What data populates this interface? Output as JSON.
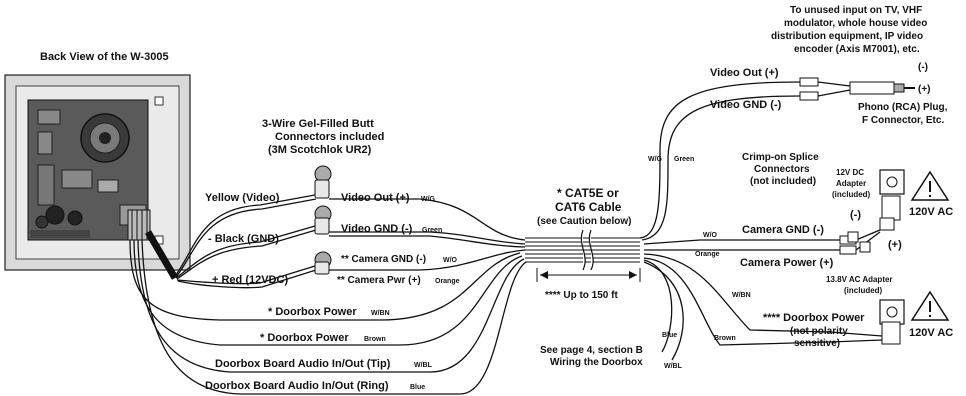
{
  "title": "Back View of the W-3005",
  "butt": {
    "line1": "3-Wire Gel-Filled Butt",
    "line2": "Connectors included",
    "line3": "(3M Scotchlok UR2)"
  },
  "wires_left": {
    "yellow": "Yellow (Video)",
    "black": "- Black (GND)",
    "red": "+ Red (12VDC)",
    "dbp1": "* Doorbox Power",
    "dbp1_color": "W/BN",
    "dbp2": "* Doorbox Power",
    "dbp2_color": "Brown",
    "tip": "Doorbox Board Audio In/Out (Tip)",
    "tip_color": "W/BL",
    "ring": "Doorbox Board Audio In/Out (Ring)",
    "ring_color": "Blue"
  },
  "wires_mid": {
    "video_out": "Video Out (+)",
    "video_out_color": "W/G",
    "video_gnd": "Video GND (-)",
    "video_gnd_color": "Green",
    "cam_gnd": "** Camera GND (-)",
    "cam_gnd_color": "W/O",
    "cam_pwr": "** Camera Pwr (+)",
    "cam_pwr_color": "Orange"
  },
  "cable": {
    "line1": "* CAT5E or",
    "line2": "CAT6 Cable",
    "line3": "(see Caution below)",
    "length": "**** Up to 150 ft"
  },
  "wires_right": {
    "wg": "W/G",
    "green": "Green",
    "wo": "W/O",
    "orange": "Orange",
    "wbn": "W/BN",
    "brown": "Brown",
    "blue": "Blue",
    "wbl": "W/BL",
    "video_out": "Video Out (+)",
    "video_gnd": "Video GND (-)",
    "cam_gnd": "Camera GND (-)",
    "cam_power": "Camera Power (+)",
    "minus": "(-)",
    "plus": "(+)"
  },
  "tv": {
    "line1": "To unused input on TV, VHF",
    "line2": "modulator, whole house video",
    "line3": "distribution equipment, IP video",
    "line4": "encoder (Axis M7001), etc.",
    "minus": "(-)",
    "plus": "(+)",
    "plug1": "Phono (RCA) Plug,",
    "plug2": "F Connector, Etc."
  },
  "crimp": {
    "line1": "Crimp-on Splice",
    "line2": "Connectors",
    "line3": "(not included)"
  },
  "dc_adapter": {
    "line1": "12V DC",
    "line2": "Adapter",
    "line3": "(included)",
    "ac": "120V AC"
  },
  "ac_adapter": {
    "line1": "13.8V AC Adapter",
    "line2": "(included)",
    "ac": "120V AC"
  },
  "doorbox_power": {
    "line1": "**** Doorbox Power",
    "line2": "(not polarity",
    "line3": "sensitive)"
  },
  "see_page": {
    "line1": "See page 4, section B",
    "line2": "Wiring the Doorbox"
  }
}
